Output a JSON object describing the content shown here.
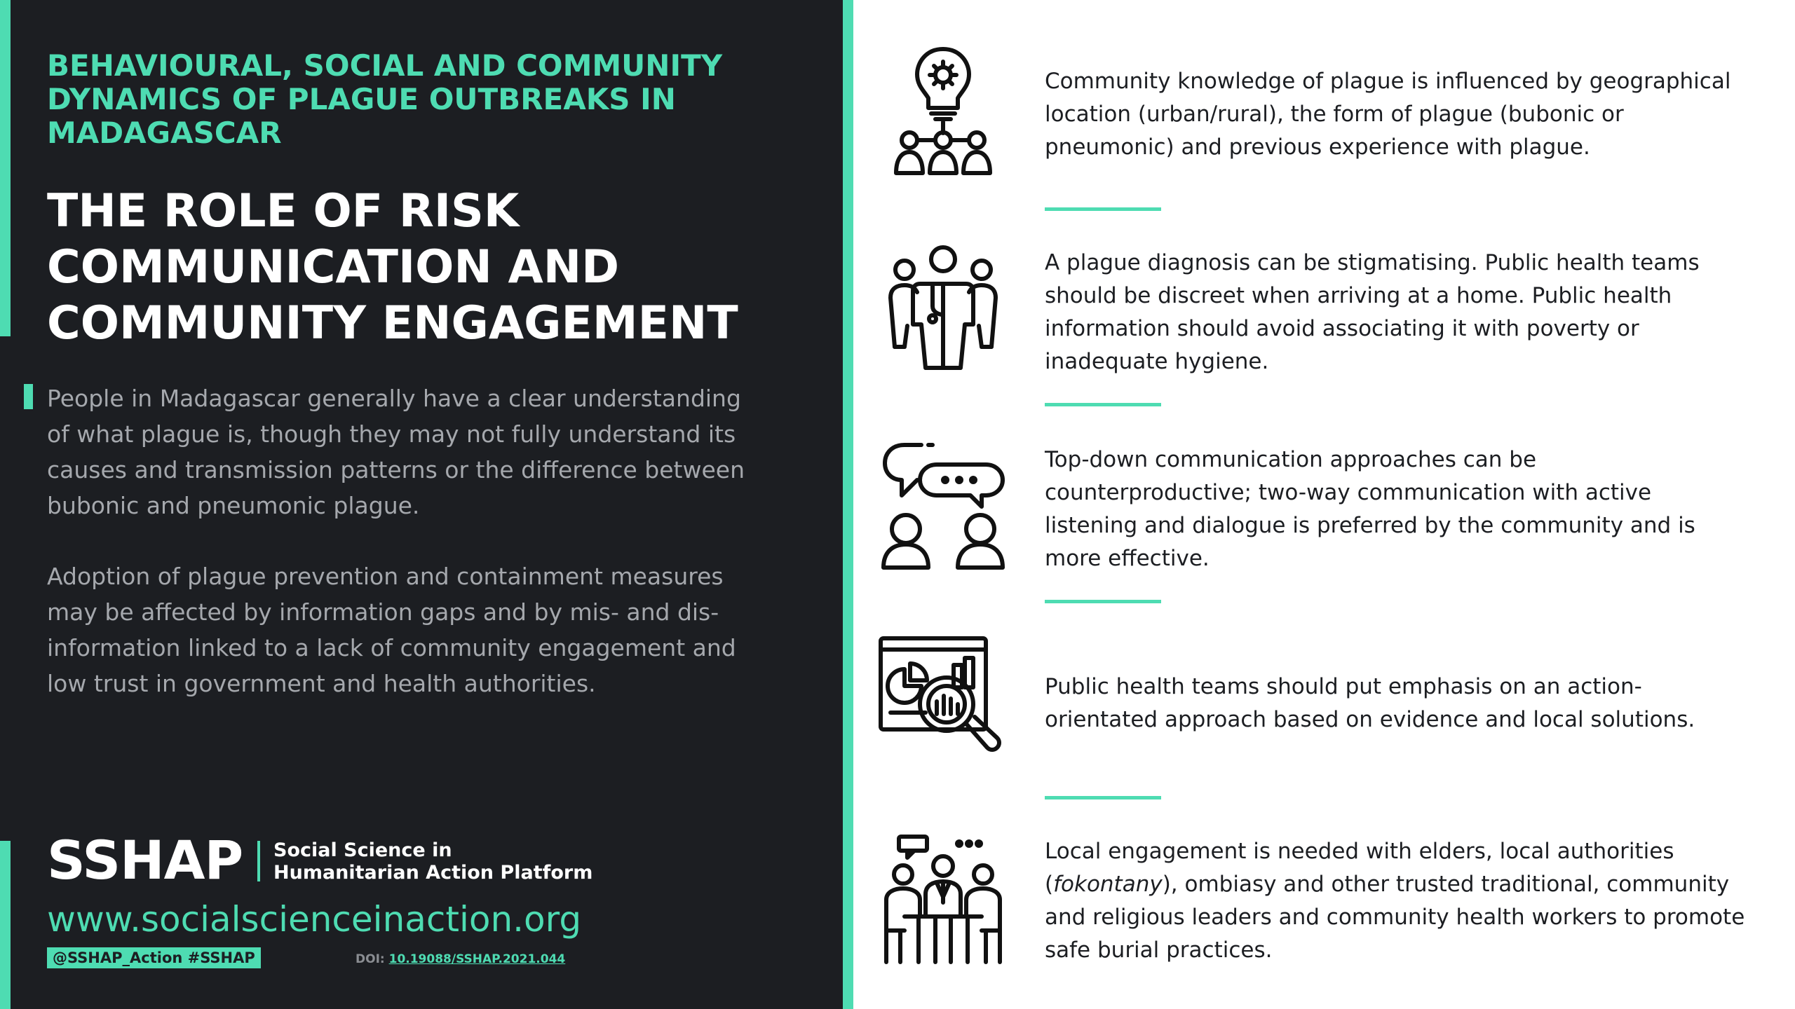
{
  "kicker": "BEHAVIOURAL, SOCIAL AND COMMUNITY DYNAMICS OF PLAGUE OUTBREAKS IN MADAGASCAR",
  "title": "THE ROLE OF RISK COMMUNICATION AND COMMUNITY ENGAGEMENT",
  "paragraphs": [
    "People in Madagascar generally have a clear understanding of what plague is, though they may not fully understand its causes and transmission patterns or the difference between bubonic and pneumonic plague.",
    "Adoption of plague prevention and containment measures may be affected by information gaps and by mis- and dis-information linked to a lack of community engagement and low trust in government and health authorities."
  ],
  "footer": {
    "brand": "SSHAP",
    "brand_sub_line1": "Social Science in",
    "brand_sub_line2": "Humanitarian Action Platform",
    "website": "www.socialscienceinaction.org",
    "handle": "@SSHAP_Action #SSHAP",
    "doi_label": "DOI:",
    "doi_value": "10.19088/SSHAP.2021.044"
  },
  "items": [
    {
      "icon": "lightbulb-network-icon",
      "text": "Community knowledge of plague is influenced by geographical location (urban/rural), the form of plague (bubonic or pneumonic) and previous experience with plague."
    },
    {
      "icon": "health-worker-group-icon",
      "text": "A plague diagnosis can be stigmatising. Public health teams should be discreet when arriving at a home. Public health information should avoid associating it with poverty or inadequate hygiene."
    },
    {
      "icon": "two-way-dialogue-icon",
      "text": "Top-down communication approaches can be counterproductive; two-way communication with active listening and dialogue is preferred by the community and is more effective."
    },
    {
      "icon": "data-analysis-magnifier-icon",
      "text": "Public health teams should put emphasis on an action-orientated approach based on evidence and local solutions."
    },
    {
      "icon": "community-meeting-icon",
      "text_before": "Local engagement is needed with elders, local authorities (",
      "text_italic": "fokontany",
      "text_after": "), ombiasy and other trusted traditional, community and religious leaders and community health workers to promote safe burial practices."
    }
  ],
  "colors": {
    "accent": "#4edcb2",
    "dark_panel": "#1c1e22",
    "muted_text": "#a5a8ad",
    "body_text": "#1c1e22"
  }
}
